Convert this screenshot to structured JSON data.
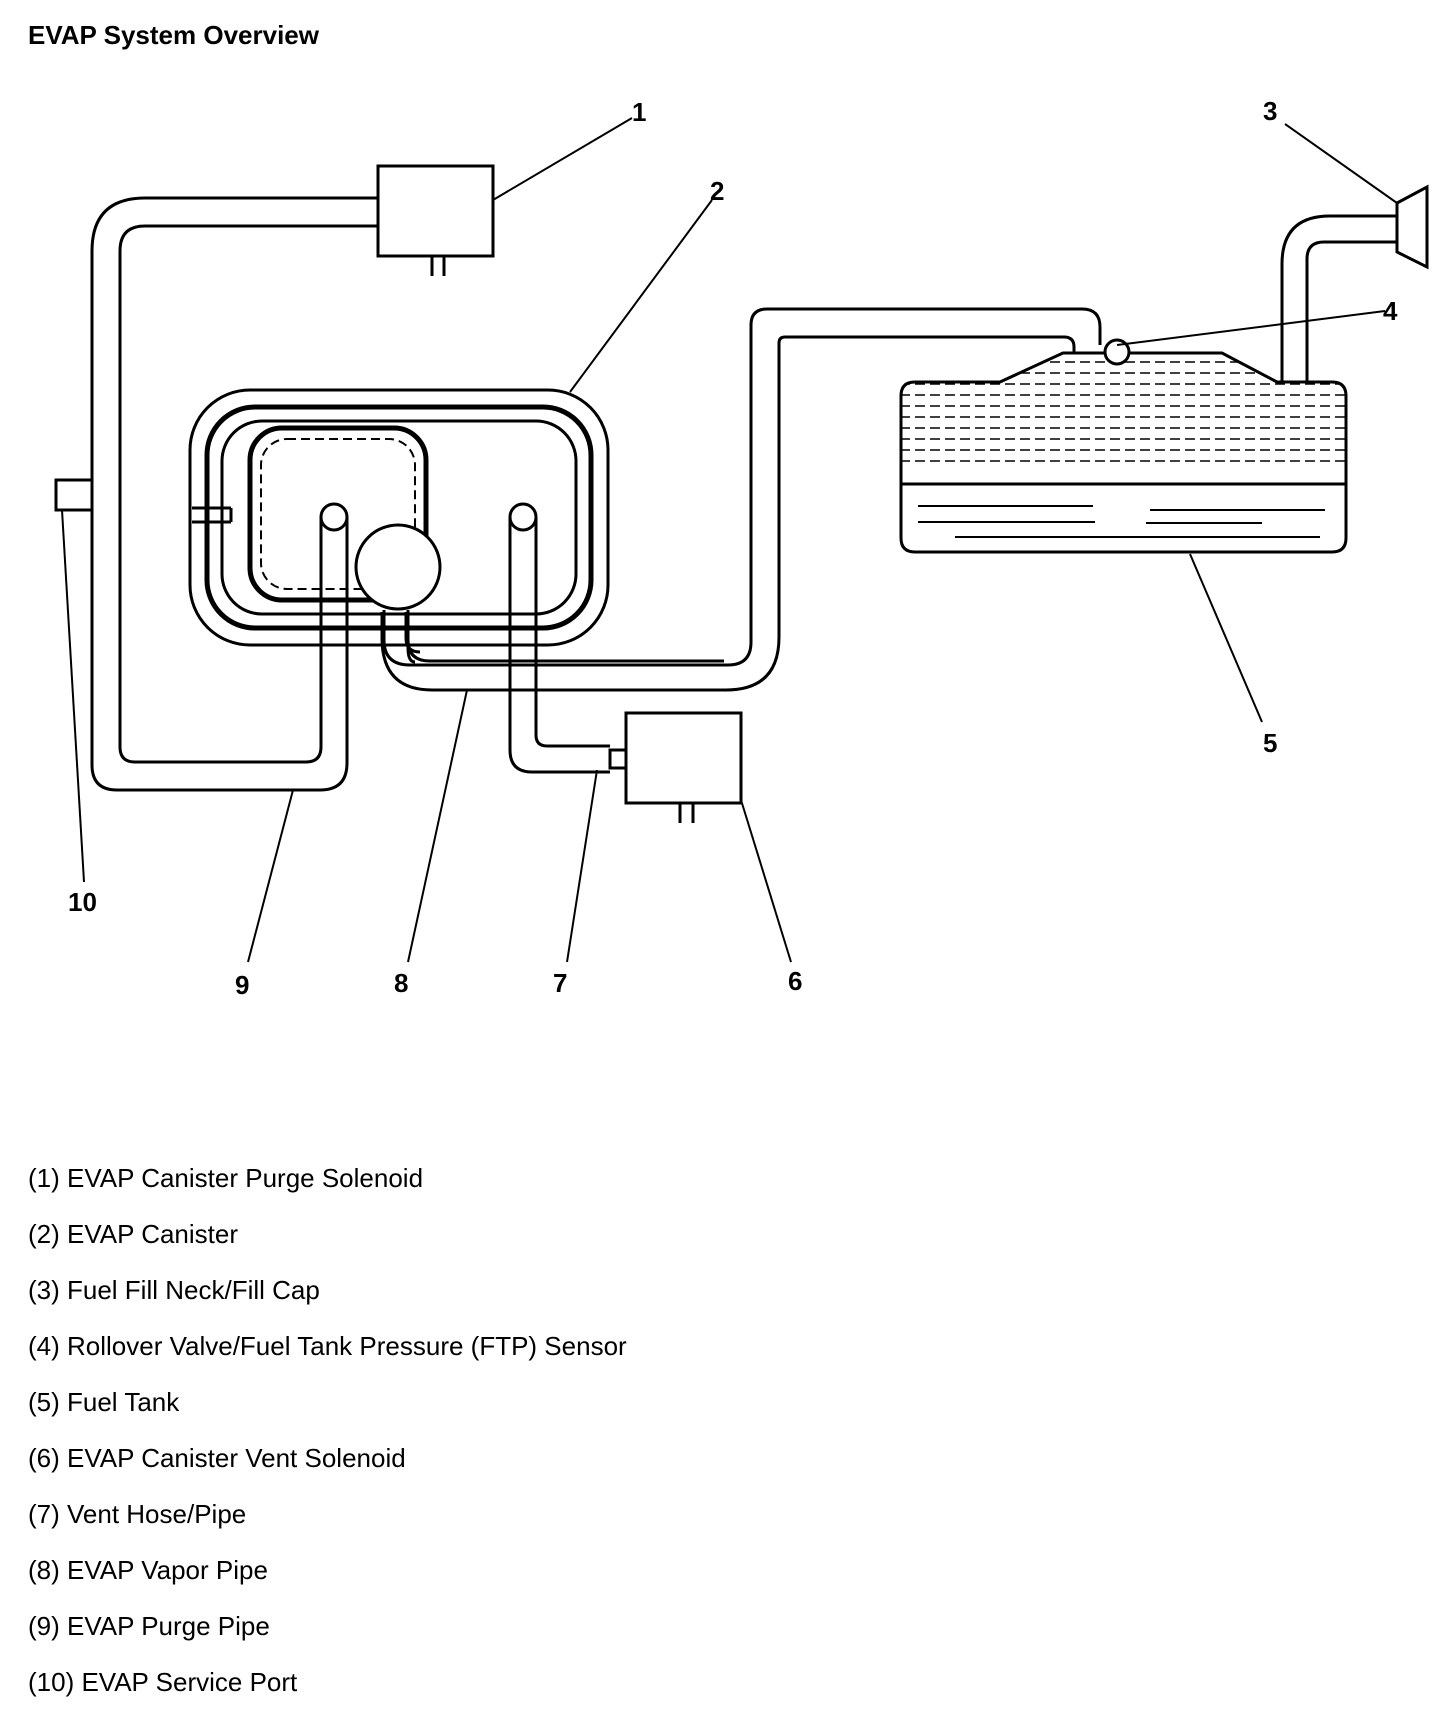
{
  "title": "EVAP System Overview",
  "callouts": [
    "1",
    "2",
    "3",
    "4",
    "5",
    "6",
    "7",
    "8",
    "9",
    "10"
  ],
  "legend": [
    "(1) EVAP Canister Purge Solenoid",
    "(2) EVAP Canister",
    "(3) Fuel Fill Neck/Fill Cap",
    "(4) Rollover Valve/Fuel Tank Pressure (FTP) Sensor",
    "(5) Fuel Tank",
    "(6) EVAP Canister Vent Solenoid",
    "(7) Vent Hose/Pipe",
    "(8) EVAP Vapor Pipe",
    "(9) EVAP Purge Pipe",
    "(10) EVAP Service Port"
  ]
}
